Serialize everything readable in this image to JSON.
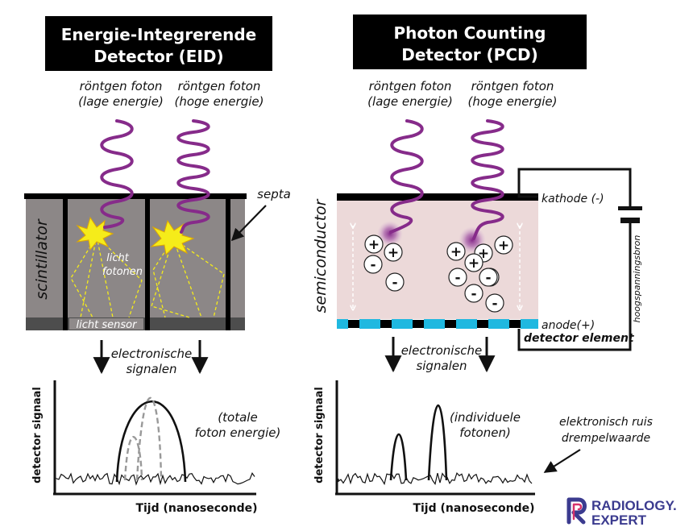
{
  "eid": {
    "title_line1": "Energie-Integrerende",
    "title_line2": "Detector (EID)",
    "photon_low_l1": "röntgen foton",
    "photon_low_l2": "(lage energie)",
    "photon_high_l1": "röntgen foton",
    "photon_high_l2": "(hoge energie)",
    "septa": "septa",
    "scintillator": "scintillator",
    "licht_l1": "licht",
    "licht_l2": "fotonen",
    "licht_sensor": "licht sensor",
    "signals_l1": "electronische",
    "signals_l2": "signalen",
    "ylabel": "detector signaal",
    "xlabel": "Tijd (nanoseconde)",
    "note_l1": "(totale",
    "note_l2": "foton energie)"
  },
  "pcd": {
    "title_line1": "Photon Counting",
    "title_line2": "Detector (PCD)",
    "photon_low_l1": "röntgen foton",
    "photon_low_l2": "(lage energie)",
    "photon_high_l1": "röntgen foton",
    "photon_high_l2": "(hoge energie)",
    "kathode": "kathode (-)",
    "anode": "anode(+)",
    "detector_element": "detector element",
    "semiconductor": "semiconductor",
    "hoogspanningsbron": "hoogspanningsbron",
    "signals_l1": "electronische",
    "signals_l2": "signalen",
    "ylabel": "detector signaal",
    "xlabel": "Tijd (nanoseconde)",
    "note_l1": "(individuele",
    "note_l2": "fotonen)",
    "noise_l1": "elektronisch ruis",
    "noise_l2": "drempelwaarde",
    "low_charges": [
      "+",
      "+",
      "-",
      "-"
    ],
    "high_charges": [
      "+",
      "+",
      "+",
      "+",
      "-",
      "-",
      "-",
      "-",
      "-"
    ]
  },
  "logo": {
    "line1": "RADIOLOGY.",
    "line2": "EXPERT"
  },
  "colors": {
    "photon": "#862b8a",
    "scintillator": "#8c8787",
    "semiconductor": "#ecd9d9",
    "anode": "#1fb8e0",
    "flash": "#f5ec1a",
    "logo": "#3b3b8f",
    "logo_accent": "#d6336c"
  }
}
